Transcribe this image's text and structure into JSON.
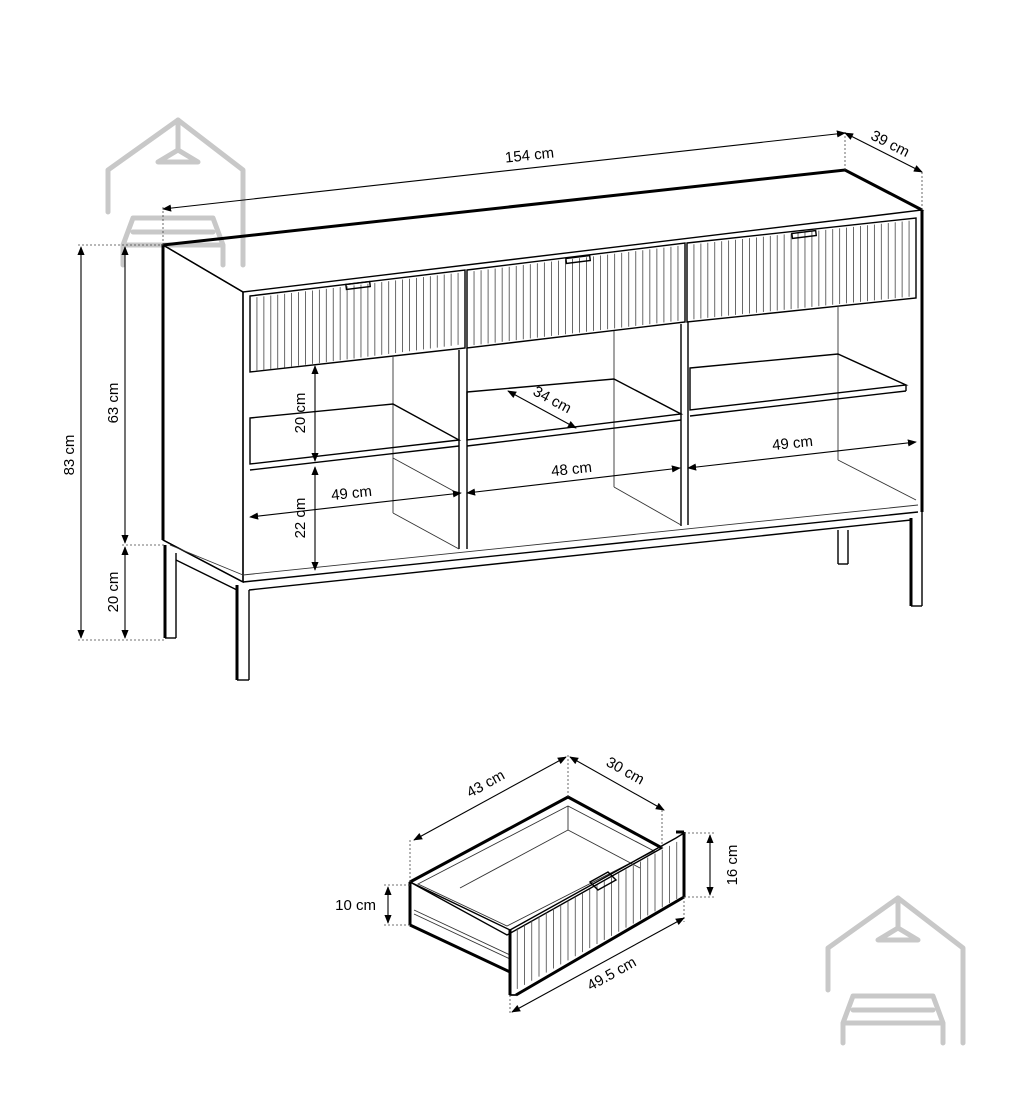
{
  "cabinet": {
    "width_label": "154 cm",
    "depth_label": "39 cm",
    "total_height_label": "83 cm",
    "body_height_label": "63 cm",
    "leg_height_label": "20 cm",
    "upper_shelf_height_label": "20 cm",
    "lower_shelf_height_label": "22 cm",
    "shelf_depth_label": "34 cm",
    "left_compartment_width_label": "49 cm",
    "middle_compartment_width_label": "48 cm",
    "right_compartment_width_label": "49 cm"
  },
  "drawer": {
    "width_label": "43 cm",
    "depth_label": "30 cm",
    "box_height_label": "10 cm",
    "front_height_label": "16 cm",
    "front_width_label": "49.5 cm"
  },
  "logo": {
    "icon": "house-with-sofa-icon",
    "color": "#c8c8c8"
  }
}
